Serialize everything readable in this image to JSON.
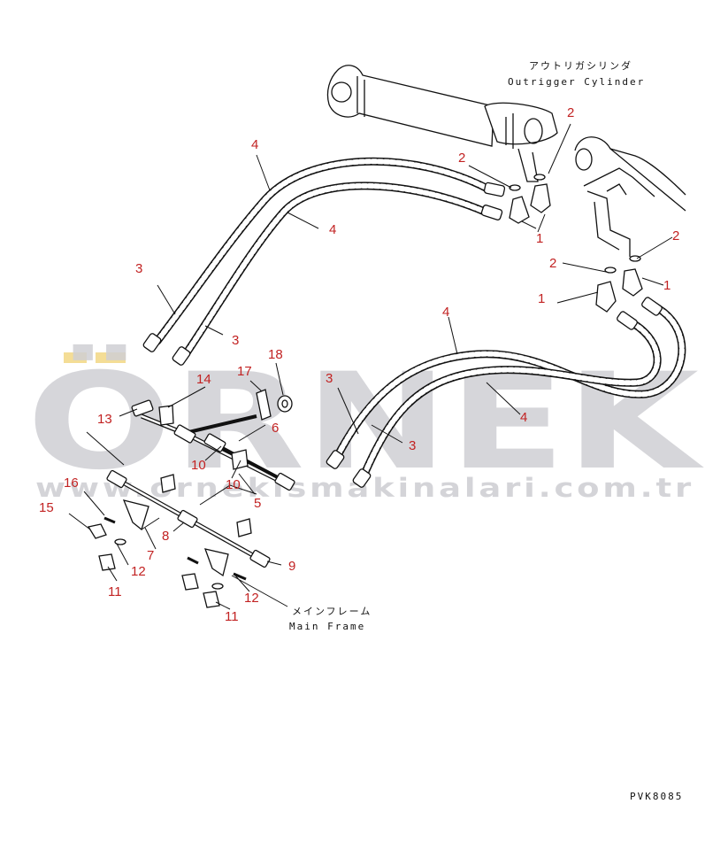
{
  "colors": {
    "line": "#111111",
    "callout": "#c22222",
    "watermark": "#cfcfd4",
    "watermark_accent": "#f4dd96"
  },
  "captions": {
    "outrigger_jp": "アウトリガシリンダ",
    "outrigger_en": "Outrigger Cylinder",
    "mainframe_jp": "メインフレーム",
    "mainframe_en": "Main Frame",
    "code": "PVK8085"
  },
  "watermark": {
    "big": "ÖRNEK",
    "url": "www.ornekismakinalari.com.tr"
  },
  "callouts": {
    "c4_top": "4",
    "c4_mid": "4",
    "c4_right": "4",
    "c3_left": "3",
    "c3_a": "3",
    "c3_b": "3",
    "c3_c": "3",
    "c2_a": "2",
    "c2_b": "2",
    "c2_c": "2",
    "c2_d": "2",
    "c1_a": "1",
    "c1_b": "1",
    "c1_c": "1",
    "c18": "18",
    "c17": "17",
    "c14": "14",
    "c13": "13",
    "c6": "6",
    "c10_a": "10",
    "c10_b": "10",
    "c5": "5",
    "c16": "16",
    "c15": "15",
    "c12_a": "12",
    "c12_b": "12",
    "c11_a": "11",
    "c11_b": "11",
    "c7": "7",
    "c8": "8",
    "c9": "9"
  }
}
